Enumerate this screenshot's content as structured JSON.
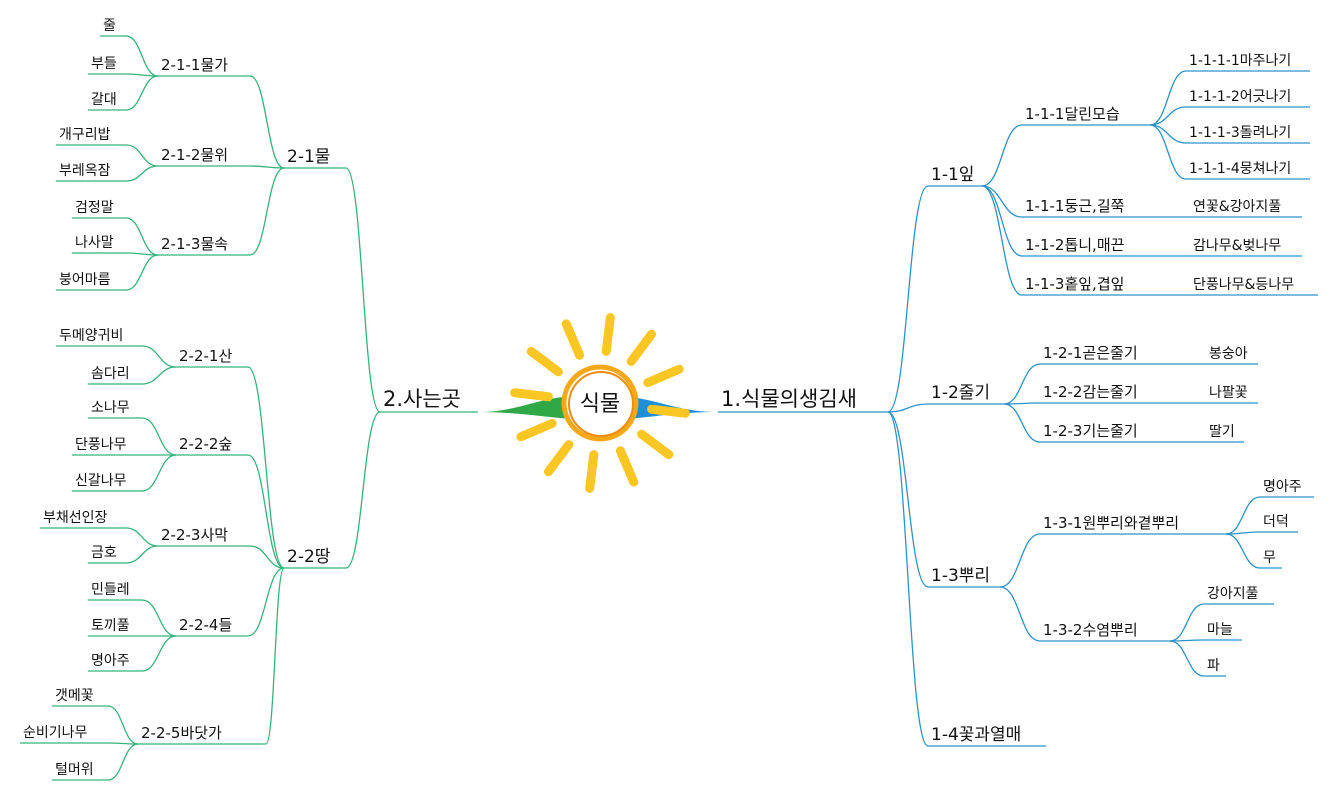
{
  "colors": {
    "right_branch": "#2b93c9",
    "left_branch": "#35b37a",
    "sun": "#f7a816",
    "sun_ray": "#f9c623"
  },
  "center": {
    "label": "식물",
    "icon": "sun-icon"
  },
  "right": {
    "label": "1.식물의생김새",
    "children": [
      {
        "label": "1-1잎",
        "children": [
          {
            "label": "1-1-1달린모습",
            "children": [
              {
                "label": "1-1-1-1마주나기"
              },
              {
                "label": "1-1-1-2어긋나기"
              },
              {
                "label": "1-1-1-3돌려나기"
              },
              {
                "label": "1-1-1-4뭉쳐나기"
              }
            ]
          },
          {
            "label": "1-1-1둥근,길쭉",
            "children": [
              {
                "label": "연꽃&강아지풀"
              }
            ]
          },
          {
            "label": "1-1-2톱니,매끈",
            "children": [
              {
                "label": "감나무&벚나무"
              }
            ]
          },
          {
            "label": "1-1-3홑잎,겹잎",
            "children": [
              {
                "label": "단풍나무&등나무"
              }
            ]
          }
        ]
      },
      {
        "label": "1-2줄기",
        "children": [
          {
            "label": "1-2-1곧은줄기",
            "children": [
              {
                "label": "봉숭아"
              }
            ]
          },
          {
            "label": "1-2-2감는줄기",
            "children": [
              {
                "label": "나팔꽃"
              }
            ]
          },
          {
            "label": "1-2-3기는줄기",
            "children": [
              {
                "label": "딸기"
              }
            ]
          }
        ]
      },
      {
        "label": "1-3뿌리",
        "children": [
          {
            "label": "1-3-1원뿌리와곁뿌리",
            "children": [
              {
                "label": "명아주"
              },
              {
                "label": "더덕"
              },
              {
                "label": "무"
              }
            ]
          },
          {
            "label": "1-3-2수염뿌리",
            "children": [
              {
                "label": "강아지풀"
              },
              {
                "label": "마늘"
              },
              {
                "label": "파"
              }
            ]
          }
        ]
      },
      {
        "label": "1-4꽃과열매",
        "children": []
      }
    ]
  },
  "left": {
    "label": "2.사는곳",
    "children": [
      {
        "label": "2-1물",
        "children": [
          {
            "label": "2-1-1물가",
            "children": [
              {
                "label": "줄"
              },
              {
                "label": "부들"
              },
              {
                "label": "갈대"
              }
            ]
          },
          {
            "label": "2-1-2물위",
            "children": [
              {
                "label": "개구리밥"
              },
              {
                "label": "부레옥잠"
              }
            ]
          },
          {
            "label": "2-1-3물속",
            "children": [
              {
                "label": "검정말"
              },
              {
                "label": "나사말"
              },
              {
                "label": "붕어마름"
              }
            ]
          }
        ]
      },
      {
        "label": "2-2땅",
        "children": [
          {
            "label": "2-2-1산",
            "children": [
              {
                "label": "두메양귀비"
              },
              {
                "label": "솜다리"
              }
            ]
          },
          {
            "label": "2-2-2숲",
            "children": [
              {
                "label": "소나무"
              },
              {
                "label": "단풍나무"
              },
              {
                "label": "신갈나무"
              }
            ]
          },
          {
            "label": "2-2-3사막",
            "children": [
              {
                "label": "부채선인장"
              },
              {
                "label": "금호"
              }
            ]
          },
          {
            "label": "2-2-4들",
            "children": [
              {
                "label": "민들레"
              },
              {
                "label": "토끼풀"
              },
              {
                "label": "명아주"
              }
            ]
          },
          {
            "label": "2-2-5바닷가",
            "children": [
              {
                "label": "갯메꽃"
              },
              {
                "label": "순비기나무"
              },
              {
                "label": "털머위"
              }
            ]
          }
        ]
      }
    ]
  }
}
